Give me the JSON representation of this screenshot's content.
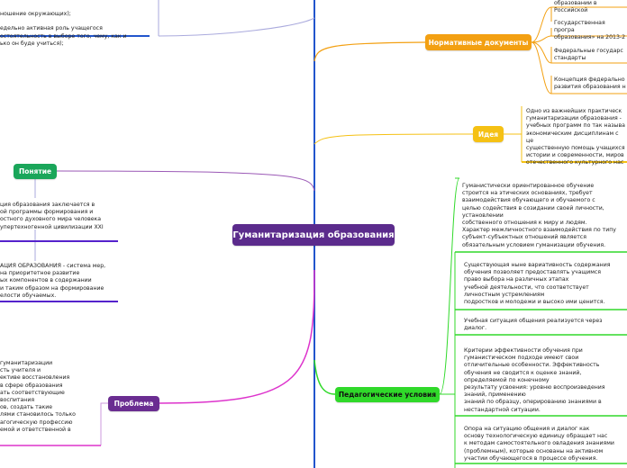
{
  "central": {
    "label": "Гуманитаризация образования"
  },
  "branches": {
    "norm": {
      "label": "Нормативные документы"
    },
    "idea": {
      "label": "Идея"
    },
    "ped": {
      "label": "Педагогические условия"
    },
    "ponyat": {
      "label": "Понятие"
    },
    "probl": {
      "label": "Проблема"
    }
  },
  "norm_items": [
    "образовании в Российской",
    "Государственная програ\nобразования» на 2013-2",
    "Федеральные государс\nстандарты",
    "Концепция федерально\nразвития образования н"
  ],
  "idea_text": "Одно из важнейших практическ\nгуманитаризации образования -\nучебных программ по так называ\nэкономическим дисциплинам с це\nсущественную помощь учащихся\nистории и современности, миров\nотечественного культурного нас",
  "ped_items": [
    "Гуманистически ориентированное обучение\nстроится на этических основаниях, требует\nвзаимодействия обучающего и обучаемого с\nцелью содействия в созидании своей личности,\nустановлении\nсобственного отношения к миру и людям.\nХарактер межличностного взаимодействия по типу\nсубъект-субъектных отношений является\nобязательным условием гуманизации обучения.",
    "Существующая ныне вариативность содержания\nобучения позволяет предоставлять учащимся\nправо выбора на различных этапах\nучебной деятельности, что соответствует\nличностным устремлениям\nподростков и молодежи и высоко ими ценится.",
    "Учебная ситуация общения реализуется через\nдиалог.",
    "Критерии эффективности обучения при\nгуманистическом подходе имеют свои\nотличительные особенности. Эффективность\nобучения не сводится к оценке знаний,\nопределяемой по конечному\nрезультату усвоения: уровню воспроизведения\nзнаний, применению\nзнаний по образцу, оперированию знаниями в\nнестандартной ситуации.",
    "Опора на ситуацию общения и диалог как\nоснову технологическую единицу обращает нас\nк методам самостоятельного овладения знаниями\n(проблемным), которые основаны на активном\nучастии обучающегося в процессе обучения."
  ],
  "top_left_text": "ношение окружающих);\n\nедельно активная роль учащегося\nостоятельность в выборе того, чему, как и\nько он буде учиться);",
  "ponyat_items": [
    "ция образования заключается в\nой программы формирования и\nостного духовного мира человека\nупертехногенной цивилизации XXI",
    "АЦИЯ ОБРАЗОВАНИЯ - система мер,\n на приоритетное развитие\nых компонентов в содержании\nи таким образом на формирование\nелости обучаемых."
  ],
  "probl_text": "гуманитаризации\nсть учителя и\nективе восстановления\nв сфере образования\nать соответствующие\n воспитания\nов, создать такие\nлями становилось только\nагогическую профессию\nемой и ответственной в",
  "colors": {
    "central": "#5b2b8c",
    "norm": "#f3a012",
    "idea": "#f5c114",
    "ped": "#30d92a",
    "ponyat": "#1aa65a",
    "probl": "#6a2d91",
    "vertical": "#2255cc"
  }
}
